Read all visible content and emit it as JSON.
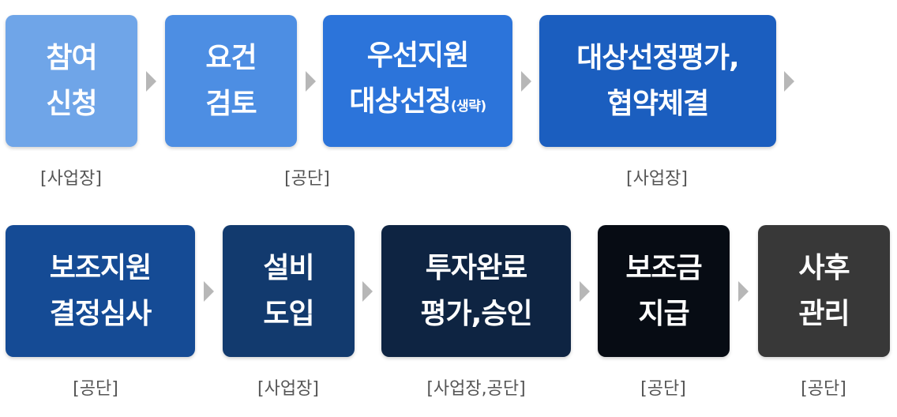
{
  "row1": [
    {
      "lines": [
        "참여",
        "신청"
      ],
      "color": "#6fa5e8"
    },
    {
      "lines": [
        "요건",
        "검토"
      ],
      "color": "#4d8ee3"
    },
    {
      "lines": [
        "우선지원",
        "대상선정"
      ],
      "suffix": "(생략)",
      "color": "#2c74da"
    },
    {
      "lines": [
        "대상선정평가,",
        "협약체결"
      ],
      "color": "#1b5ebf"
    }
  ],
  "row2": [
    {
      "lines": [
        "보조지원",
        "결정심사"
      ],
      "color": "#154b95"
    },
    {
      "lines": [
        "설비",
        "도입"
      ],
      "color": "#123a6e"
    },
    {
      "lines": [
        "투자완료",
        "평가,승인"
      ],
      "color": "#0e2442"
    },
    {
      "lines": [
        "보조금",
        "지급"
      ],
      "color": "#070c14"
    },
    {
      "lines": [
        "사후",
        "관리"
      ],
      "color": "#383838"
    }
  ],
  "labels": {
    "r1_1": "[사업장]",
    "r1_2": "[공단]",
    "r1_3": "[사업장]",
    "r2_1": "[공단]",
    "r2_2": "[사업장]",
    "r2_3": "[사업장,공단]",
    "r2_4": "[공단]",
    "r2_5": "[공단]"
  }
}
